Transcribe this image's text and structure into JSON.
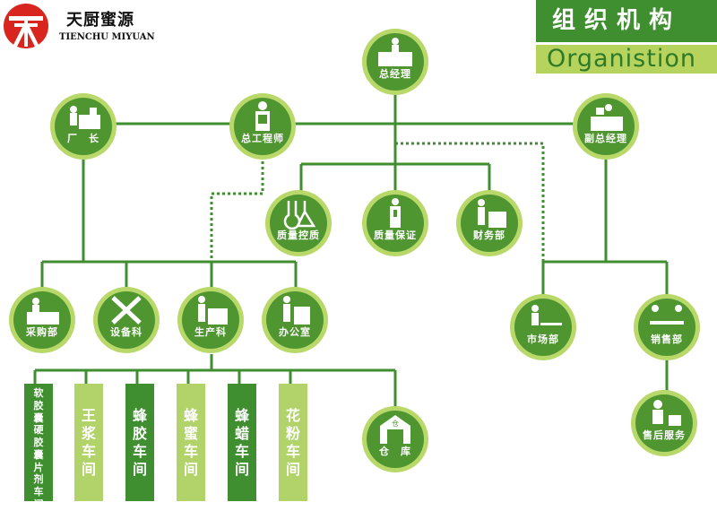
{
  "brand": {
    "name_cn": "天厨蜜源",
    "name_en": "TIENCHU MIYUAN"
  },
  "header": {
    "title": "组织机构",
    "subtitle": "Organistion"
  },
  "colors": {
    "dark_green": "#3f8e2f",
    "light_green": "#b9d86a",
    "node_inner": "#4f9631",
    "logo_red": "#d8261f"
  },
  "nodes": {
    "general_manager": "总经理",
    "factory_director": "厂　长",
    "chief_engineer": "总工程师",
    "deputy_gm": "副总经理",
    "qc": "质量控质",
    "qa": "质量保证",
    "finance": "财务部",
    "purchasing": "采购部",
    "equipment": "设备科",
    "production": "生产科",
    "office": "办公室",
    "market": "市场部",
    "sales": "销售部",
    "after_sales": "售后服务",
    "warehouse": "仓　库",
    "warehouse_sign": "仓"
  },
  "workshops": [
    {
      "label": "软胶囊硬胶囊片剂车间"
    },
    {
      "label": "王浆车间"
    },
    {
      "label": "蜂胶车间"
    },
    {
      "label": "蜂蜜车间"
    },
    {
      "label": "蜂蜡车间"
    },
    {
      "label": "花粉车间"
    }
  ]
}
